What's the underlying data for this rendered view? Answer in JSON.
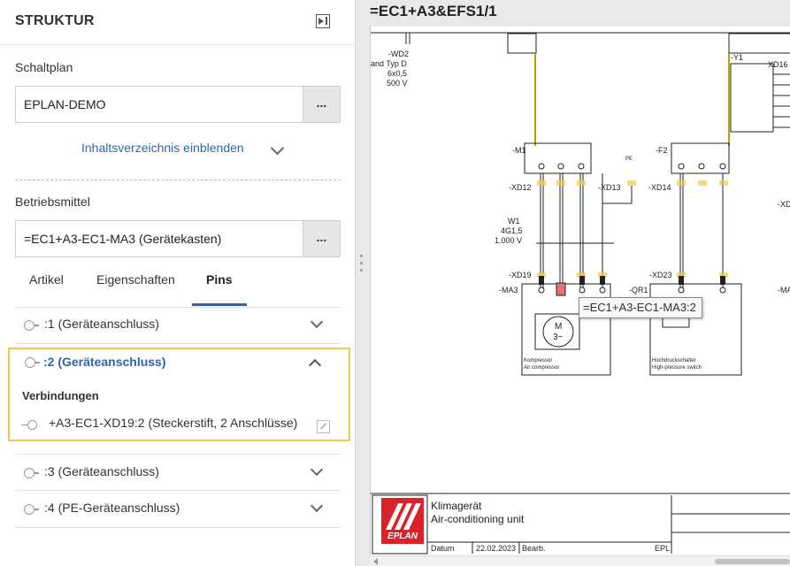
{
  "panel": {
    "title": "STRUKTUR",
    "schaltplan_label": "Schaltplan",
    "schaltplan_value": "EPLAN-DEMO",
    "browse_label": "...",
    "toc_link": "Inhaltsverzeichnis einblenden",
    "betriebsmittel_label": "Betriebsmittel",
    "betriebsmittel_value": "=EC1+A3-EC1-MA3 (Gerätekasten)",
    "tabs": [
      {
        "label": "Artikel",
        "active": false
      },
      {
        "label": "Eigenschaften",
        "active": false
      },
      {
        "label": "Pins",
        "active": true
      }
    ],
    "pins": [
      {
        "label": ":1   (Geräteanschluss)",
        "expanded": false
      },
      {
        "label": ":2   (Geräteanschluss)",
        "expanded": true
      },
      {
        "label": ":3   (Geräteanschluss)",
        "expanded": false
      },
      {
        "label": ":4   (PE-Geräteanschluss)",
        "expanded": false
      }
    ],
    "connections_label": "Verbindungen",
    "connection": "+A3-EC1-XD19:2 (Steckerstift, 2 Anschlüsse)"
  },
  "viewer": {
    "title": "=EC1+A3&EFS1/1",
    "tooltip": "=EC1+A3-EC1-MA3:2",
    "labels": {
      "wd2": "-WD2",
      "and_typ": "and Typ D",
      "cable_6x": "6x0,5",
      "v500": "500 V",
      "y1": "-Y1",
      "xd16": "XD16",
      "m1": "-M1",
      "f2": "-F2",
      "xd12": "-XD12",
      "xd13": "-XD13",
      "xd14": "-XD14",
      "xd_right": "-XD",
      "w1": "W1",
      "w1_type": "4G1,5",
      "w1_volt": "1.000 V",
      "xd19": "-XD19",
      "xd23": "-XD23",
      "ma3": "-MA3",
      "qr1": "-QR1",
      "ma_right": "-MA",
      "motor_m": "M",
      "motor_3": "3~",
      "compressor_de": "Kompressor",
      "compressor_en": "Air compressor",
      "hp_de": "Hochdruckschalter",
      "hp_en": "High-pressure switch",
      "pe": "PE"
    },
    "title_block": {
      "name_de": "Klimagerät",
      "name_en": "Air-conditioning unit",
      "datum_label": "Datum",
      "datum_value": "22.02.2023",
      "bearb_label": "Bearb.",
      "epl": "EPL",
      "logo_word": "EPLAN"
    }
  },
  "colors": {
    "accent": "#2a67b2",
    "highlight": "#f2c94c",
    "logo_red": "#d9222a",
    "pin_active": "#e57373"
  }
}
